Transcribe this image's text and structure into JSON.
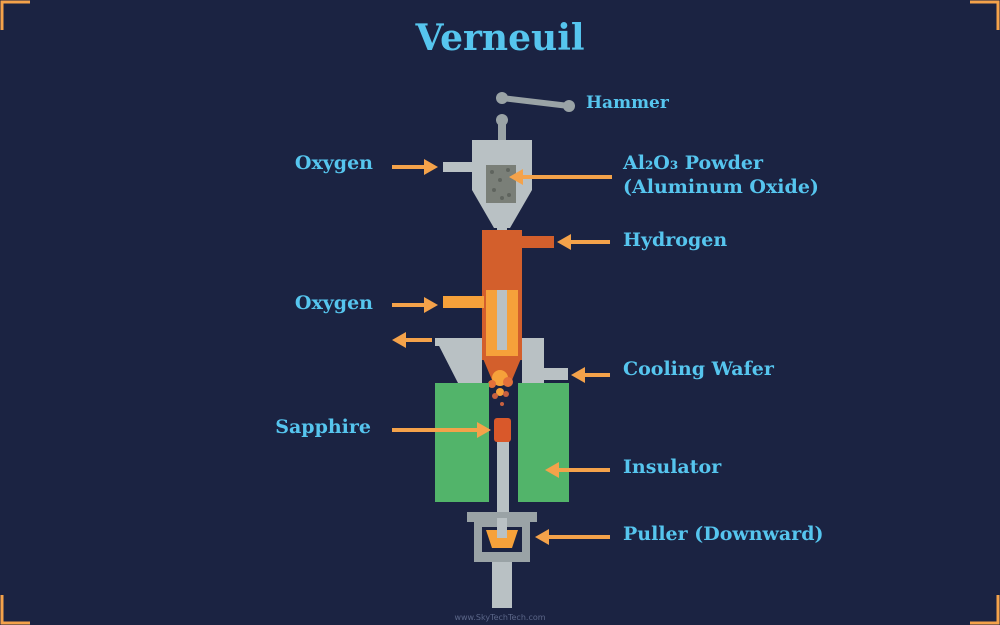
{
  "title": "Verneuil",
  "labels": {
    "hammer": "Hammer",
    "oxygen_top": "Oxygen",
    "powder_line1": "Al₂O₃ Powder",
    "powder_line2": "(Aluminum Oxide)",
    "hydrogen": "Hydrogen",
    "oxygen_mid": "Oxygen",
    "cooling_wafer": "Cooling Wafer",
    "sapphire": "Sapphire",
    "insulator": "Insulator",
    "puller": "Puller (Downward)"
  },
  "watermark": "www.SkyTechTech.com",
  "colors": {
    "background": "#1b2342",
    "label": "#56c5ee",
    "arrow": "#f4a24a",
    "metal": "#b9c1c4",
    "metal_dark": "#9aa3a6",
    "burner": "#d35f2c",
    "flame": "#f6a13a",
    "insulator": "#52b46a",
    "sapphire": "#d9582a",
    "corner": "#f4a24a"
  }
}
